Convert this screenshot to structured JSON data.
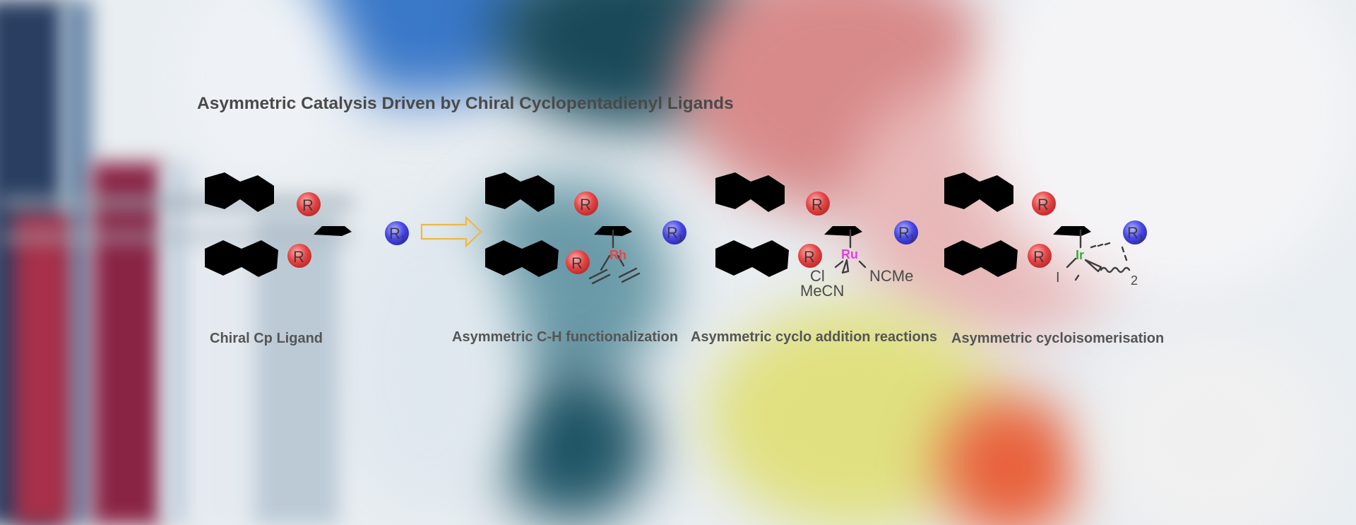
{
  "title": "Asymmetric Catalysis Driven by Chiral Cyclopentadienyl Ligands",
  "captions": {
    "ligand": "Chiral Cp Ligand",
    "rh": "Asymmetric C-H functionalization",
    "ru": "Asymmetric cyclo addition reactions",
    "ir": "Asymmetric cycloisomerisation"
  },
  "substituents": {
    "r": "R",
    "r1": "R",
    "r1_sub": "1"
  },
  "metals": {
    "rh": "Rh",
    "ru": "Ru",
    "ir": "Ir"
  },
  "ligands": {
    "cl": "Cl",
    "mecn": "MeCN",
    "ncme": "NCMe",
    "iodide": "I",
    "count": "2"
  },
  "colors": {
    "r_sphere": "#e23b3b",
    "r1_sphere": "#4040e0",
    "rh": "#e24848",
    "ru": "#e040e0",
    "ir": "#3aa84a",
    "arrow": "#f0b840",
    "title": "#4a4a4a"
  }
}
